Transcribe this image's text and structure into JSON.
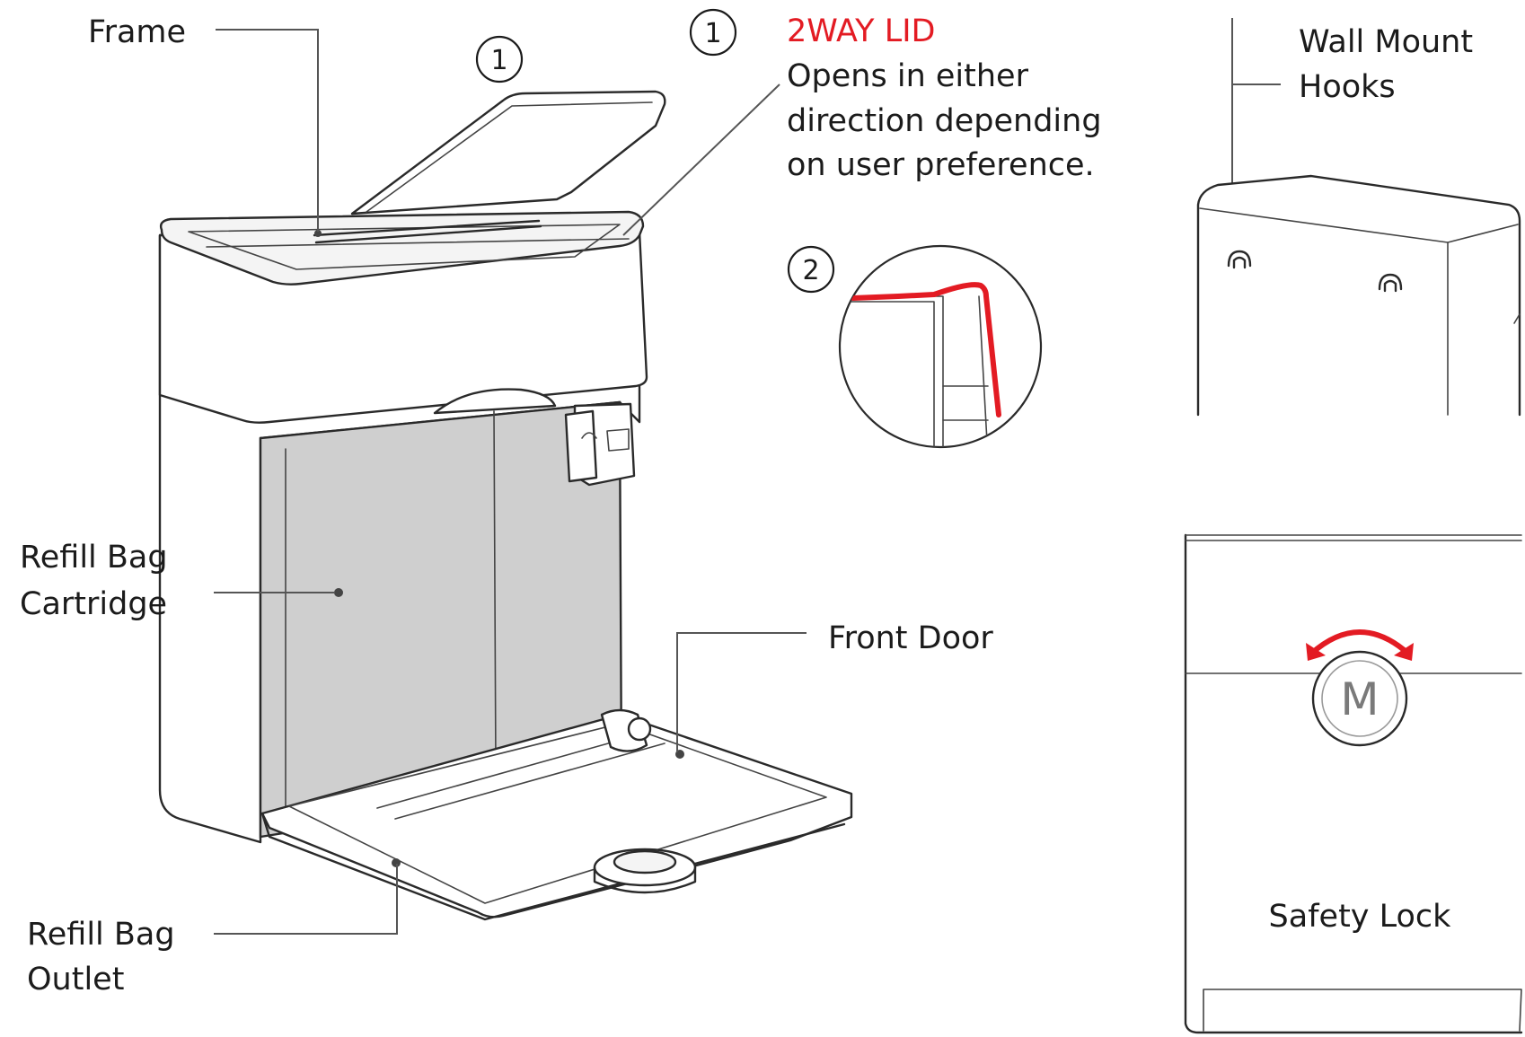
{
  "labels": {
    "frame": "Frame",
    "refill_bag_cartridge_line1": "Refill Bag",
    "refill_bag_cartridge_line2": "Cartridge",
    "refill_bag_outlet_line1": "Refill Bag",
    "refill_bag_outlet_line2": "Outlet",
    "front_door": "Front Door",
    "wall_mount_hooks_line1": "Wall Mount",
    "wall_mount_hooks_line2": "Hooks",
    "safety_lock": "Safety Lock"
  },
  "lid_note": {
    "title": "2WAY LID",
    "line1": "Opens in either",
    "line2": "direction depending",
    "line3": "on user preference."
  },
  "markers": {
    "one_a": "1",
    "one_b": "1",
    "two": "2"
  },
  "lock_button": "M",
  "colors": {
    "accent": "#e31b23",
    "line": "#2a2a2a",
    "panel_gray": "#cfcfcf"
  }
}
